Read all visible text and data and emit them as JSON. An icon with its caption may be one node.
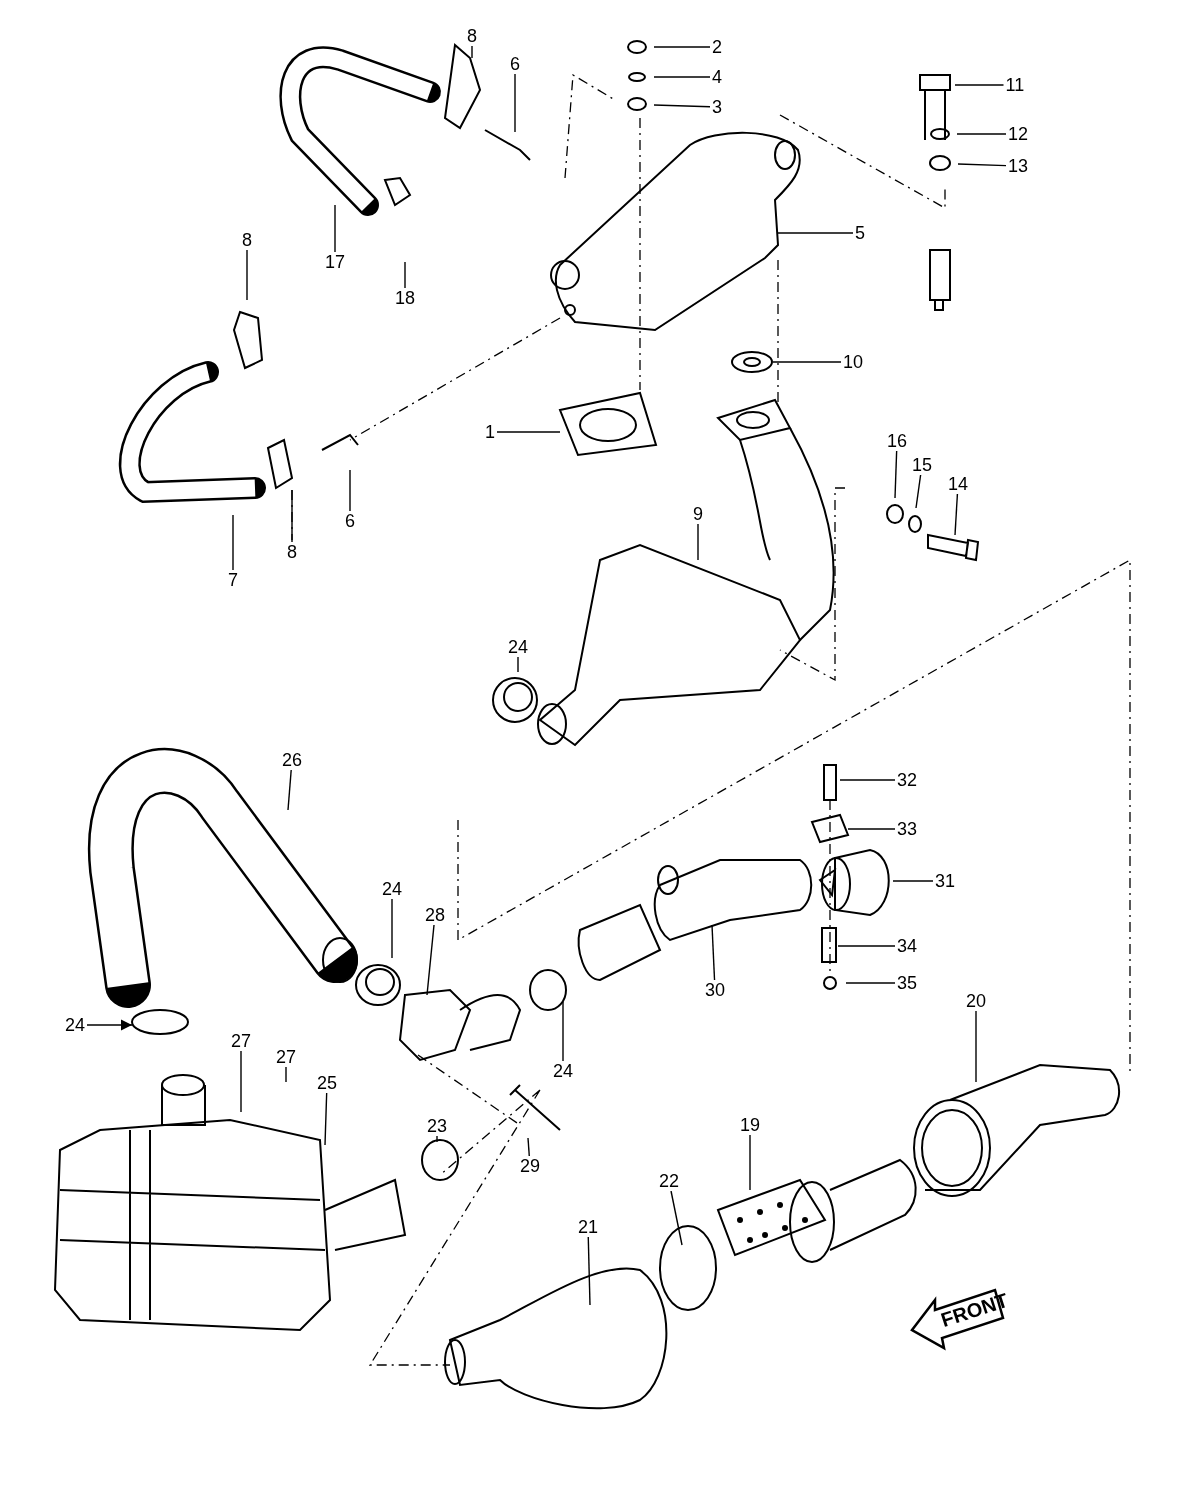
{
  "diagram": {
    "nodes": [
      {
        "text": [
          "2"
        ]
      },
      {
        "text": [
          "4"
        ]
      },
      {
        "text": [
          "3"
        ]
      },
      {
        "text": [
          "8"
        ]
      },
      {
        "text": [
          "6"
        ]
      },
      {
        "text": [
          "11"
        ]
      },
      {
        "text": [
          "12"
        ]
      },
      {
        "text": [
          "13"
        ]
      },
      {
        "text": [
          "5"
        ]
      },
      {
        "text": [
          "17"
        ]
      },
      {
        "text": [
          "18"
        ]
      },
      {
        "text": [
          "8"
        ]
      },
      {
        "text": [
          "10"
        ]
      },
      {
        "text": [
          "1"
        ]
      },
      {
        "text": [
          "6"
        ]
      },
      {
        "text": [
          "8"
        ]
      },
      {
        "text": [
          "7"
        ]
      },
      {
        "text": [
          "9"
        ]
      },
      {
        "text": [
          "16"
        ]
      },
      {
        "text": [
          "15"
        ]
      },
      {
        "text": [
          "14"
        ]
      },
      {
        "text": [
          "24"
        ]
      },
      {
        "text": [
          "26"
        ]
      },
      {
        "text": [
          "32"
        ]
      },
      {
        "text": [
          "33"
        ]
      },
      {
        "text": [
          "31"
        ]
      },
      {
        "text": [
          "24"
        ]
      },
      {
        "text": [
          "28"
        ]
      },
      {
        "text": [
          "30"
        ]
      },
      {
        "text": [
          "34"
        ]
      },
      {
        "text": [
          "35"
        ]
      },
      {
        "text": [
          "20"
        ]
      },
      {
        "text": [
          "24"
        ]
      },
      {
        "text": [
          "24"
        ]
      },
      {
        "text": [
          "27"
        ]
      },
      {
        "text": [
          "27"
        ]
      },
      {
        "text": [
          "25"
        ]
      },
      {
        "text": [
          "23"
        ]
      },
      {
        "text": [
          "29"
        ]
      },
      {
        "text": [
          "19"
        ]
      },
      {
        "text": [
          "22"
        ]
      },
      {
        "text": [
          "21"
        ]
      }
    ],
    "edges": [
      {
        "from": 0,
        "to": null,
        "arrow": "none"
      },
      {
        "from": 1,
        "to": null,
        "arrow": "none"
      },
      {
        "from": 2,
        "to": null,
        "arrow": "none"
      },
      {
        "from": 3,
        "to": null,
        "arrow": "none"
      },
      {
        "from": 4,
        "to": null,
        "arrow": "none"
      },
      {
        "from": 5,
        "to": null,
        "arrow": "none"
      },
      {
        "from": 6,
        "to": null,
        "arrow": "none"
      },
      {
        "from": 7,
        "to": null,
        "arrow": "none"
      },
      {
        "from": 8,
        "to": null,
        "arrow": "none"
      },
      {
        "from": 9,
        "to": null,
        "arrow": "none"
      },
      {
        "from": 10,
        "to": null,
        "arrow": "none"
      },
      {
        "from": 11,
        "to": null,
        "arrow": "none"
      },
      {
        "from": 12,
        "to": null,
        "arrow": "none"
      },
      {
        "from": 13,
        "to": null,
        "arrow": "none"
      },
      {
        "from": 14,
        "to": null,
        "arrow": "none"
      },
      {
        "from": 15,
        "to": null,
        "arrow": "none"
      },
      {
        "from": 16,
        "to": null,
        "arrow": "none"
      },
      {
        "from": 17,
        "to": null,
        "arrow": "none"
      },
      {
        "from": 18,
        "to": null,
        "arrow": "none"
      },
      {
        "from": 19,
        "to": null,
        "arrow": "none"
      },
      {
        "from": 20,
        "to": null,
        "arrow": "none"
      },
      {
        "from": 21,
        "to": null,
        "arrow": "none"
      },
      {
        "from": 22,
        "to": null,
        "arrow": "none"
      },
      {
        "from": 23,
        "to": null,
        "arrow": "none"
      },
      {
        "from": 24,
        "to": null,
        "arrow": "none"
      },
      {
        "from": 25,
        "to": null,
        "arrow": "none"
      },
      {
        "from": 26,
        "to": null,
        "arrow": "none"
      },
      {
        "from": 27,
        "to": null,
        "arrow": "none"
      },
      {
        "from": 28,
        "to": null,
        "arrow": "none"
      },
      {
        "from": 29,
        "to": null,
        "arrow": "none"
      },
      {
        "from": 30,
        "to": null,
        "arrow": "none"
      },
      {
        "from": 31,
        "to": null,
        "arrow": "none"
      },
      {
        "from": 32,
        "to": null,
        "arrow": "none"
      },
      {
        "from": 33,
        "to": null,
        "arrow": "to"
      },
      {
        "from": 34,
        "to": null,
        "arrow": "none"
      },
      {
        "from": 35,
        "to": null,
        "arrow": "none"
      },
      {
        "from": 36,
        "to": null,
        "arrow": "none"
      },
      {
        "from": 37,
        "to": null,
        "arrow": "none"
      },
      {
        "from": 38,
        "to": null,
        "arrow": "none"
      },
      {
        "from": 39,
        "to": null,
        "arrow": "none"
      },
      {
        "from": 40,
        "to": null,
        "arrow": "none"
      },
      {
        "from": 41,
        "to": null,
        "arrow": "none"
      }
    ],
    "labels": [
      "FRONT"
    ]
  }
}
